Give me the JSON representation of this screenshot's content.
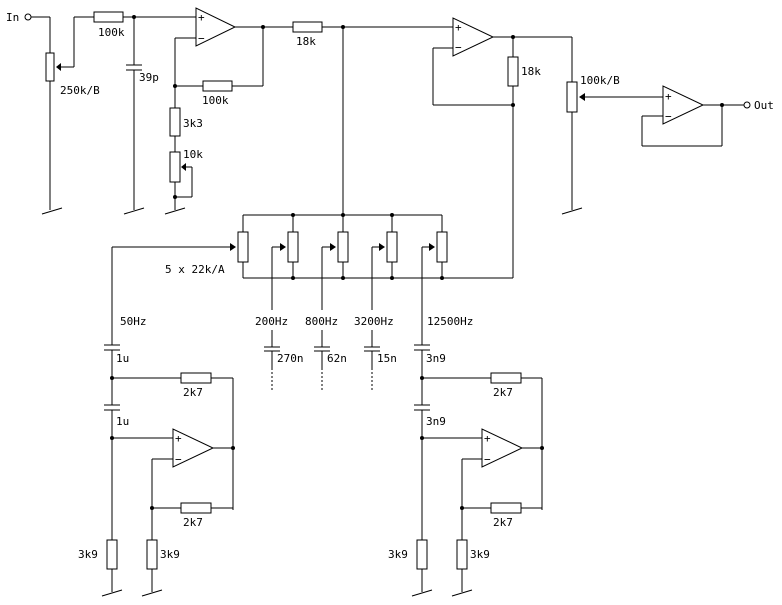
{
  "terminals": {
    "in": "In",
    "out": "Out"
  },
  "labels": {
    "r_in": "100k",
    "pot_in": "250k/B",
    "c_in": "39p",
    "r_fb1": "100k",
    "r_33": "3k3",
    "pot_10k": "10k",
    "r_18k_a": "18k",
    "r_18k_b": "18k",
    "pot_out": "100k/B",
    "pot_bank": "5 x 22k/A",
    "f50": "50Hz",
    "f200": "200Hz",
    "f800": "800Hz",
    "f3200": "3200Hz",
    "f12500": "12500Hz",
    "c200": "270n",
    "c800": "62n",
    "c3200": "15n",
    "gL_c1": "1u",
    "gL_c2": "1u",
    "gL_r1": "2k7",
    "gL_r2": "2k7",
    "gL_r3": "3k9",
    "gL_r4": "3k9",
    "gR_c1": "3n9",
    "gR_c2": "3n9",
    "gR_r1": "2k7",
    "gR_r2": "2k7",
    "gR_r3": "3k9",
    "gR_r4": "3k9"
  }
}
